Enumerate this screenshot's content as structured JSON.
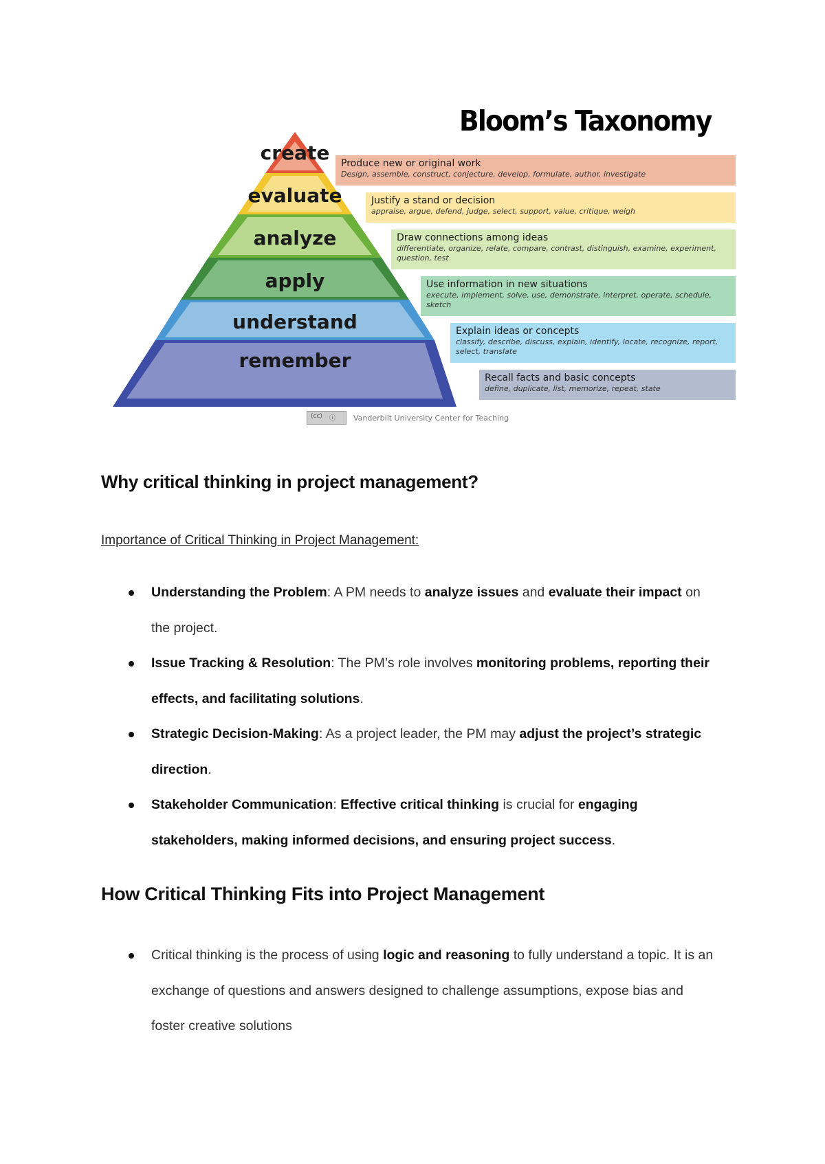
{
  "figure": {
    "title": "Bloom’s Taxonomy",
    "credit": "Vanderbilt University Center for Teaching",
    "license_badge": "cc-by-license-icon",
    "levels": [
      {
        "label": "create",
        "heading": "Produce new or original work",
        "verbs": "Design, assemble, construct, conjecture, develop, formulate, author, investigate",
        "fill": "#f0a68c",
        "edge": "#e2553a",
        "box": "#f0b9a2"
      },
      {
        "label": "evaluate",
        "heading": "Justify a stand or decision",
        "verbs": "appraise, argue, defend, judge, select, support, value, critique, weigh",
        "fill": "#f8e08a",
        "edge": "#f2c62e",
        "box": "#fbe7a3"
      },
      {
        "label": "analyze",
        "heading": "Draw connections among ideas",
        "verbs": "differentiate, organize, relate, compare, contrast, distinguish, examine, experiment, question, test",
        "fill": "#b8d98f",
        "edge": "#6bb13c",
        "box": "#d5e9b9"
      },
      {
        "label": "apply",
        "heading": "Use information in new situations",
        "verbs": "execute, implement, solve, use, demonstrate, interpret, operate, schedule, sketch",
        "fill": "#7fbb82",
        "edge": "#3e8a3f",
        "box": "#a8dbb9"
      },
      {
        "label": "understand",
        "heading": "Explain ideas or concepts",
        "verbs": "classify, describe, discuss, explain, identify, locate, recognize, report, select, translate",
        "fill": "#93c1e3",
        "edge": "#4a98d3",
        "box": "#a8dcf3"
      },
      {
        "label": "remember",
        "heading": "Recall facts and basic concepts",
        "verbs": "define, duplicate, list, memorize, repeat, state",
        "fill": "#8790c7",
        "edge": "#3e4da6",
        "box": "#b3bccf"
      }
    ]
  },
  "section1": {
    "heading": "Why critical thinking in project management?",
    "subheading": "Importance of Critical Thinking in Project Management:",
    "bullets": [
      {
        "term": "Understanding the Problem",
        "sep": ": ",
        "t1": "A PM needs to ",
        "b1": "analyze issues",
        "t2": " and ",
        "b2": "evaluate their impact",
        "t3": " on the project."
      },
      {
        "term": "Issue Tracking & Resolution",
        "sep": ": ",
        "t1": "The PM’s role involves ",
        "b1": "monitoring problems, reporting their effects, and facilitating solutions",
        "t2": ".",
        "b2": "",
        "t3": ""
      },
      {
        "term": "Strategic Decision-Making",
        "sep": ": ",
        "t1": "As a project leader, the PM may ",
        "b1": "adjust the project’s strategic direction",
        "t2": ".",
        "b2": "",
        "t3": ""
      },
      {
        "term": "Stakeholder Communication",
        "sep": ": ",
        "t1": "",
        "b1": "Effective critical thinking",
        "t2": " is crucial for ",
        "b2": "engaging stakeholders, making informed decisions, and ensuring project success",
        "t3": "."
      }
    ]
  },
  "section2": {
    "heading": "How Critical Thinking Fits into Project Management",
    "bullets": [
      {
        "t1": "Critical thinking is the process of using ",
        "b1": "logic and reasoning",
        "t2": " to fully understand a topic. It is an exchange of questions and answers designed to challenge assumptions, expose bias and foster creative solutions"
      }
    ]
  }
}
